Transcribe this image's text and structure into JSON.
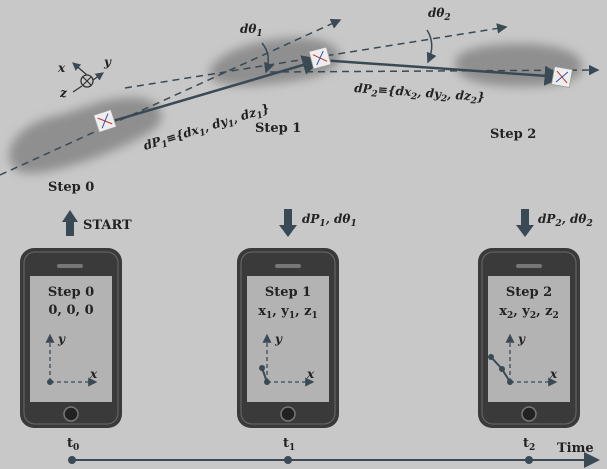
{
  "labels": {
    "step0": "Step 0",
    "step1": "Step 1",
    "step2": "Step 2",
    "start": "START",
    "time": "Time"
  },
  "axes": {
    "x": "x",
    "y": "y",
    "z": "z"
  },
  "angles": {
    "d1": {
      "main": "dθ",
      "sub": "1"
    },
    "d2": {
      "main": "dθ",
      "sub": "2"
    }
  },
  "displacements": {
    "dP1": {
      "prefix": "dP",
      "psub": "1",
      "eq": "≡{dx",
      "s1": "1",
      "c1": ", dy",
      "s2": "1",
      "c2": ", dz",
      "s3": "1",
      "end": "}"
    },
    "dP2": {
      "prefix": "dP",
      "psub": "2",
      "eq": "≡{dx",
      "s1": "2",
      "c1": ", dy",
      "s2": "2",
      "c2": ", dz",
      "s3": "2",
      "end": "}"
    }
  },
  "inputs": {
    "in1": {
      "p": "dP",
      "ps": "1",
      "sep": ", dθ",
      "ts": "1"
    },
    "in2": {
      "p": "dP",
      "ps": "2",
      "sep": ", dθ",
      "ts": "2"
    }
  },
  "phones": [
    {
      "title": "Step 0",
      "coords": "0, 0, 0"
    },
    {
      "title": "Step 1",
      "c": [
        "x",
        "1",
        ", y",
        "1",
        ", z",
        "1"
      ]
    },
    {
      "title": "Step 2",
      "c": [
        "x",
        "2",
        ", y",
        "2",
        ", z",
        "2"
      ]
    }
  ],
  "timeline": {
    "t0": {
      "t": "t",
      "s": "0"
    },
    "t1": {
      "t": "t",
      "s": "1"
    },
    "t2": {
      "t": "t",
      "s": "2"
    }
  },
  "colors": {
    "background": "#c8c8c8",
    "cloud": "#8f8f8f",
    "line": "#3a4a55",
    "phone": "#3a3a3a",
    "screen": "#b3b3b3"
  }
}
